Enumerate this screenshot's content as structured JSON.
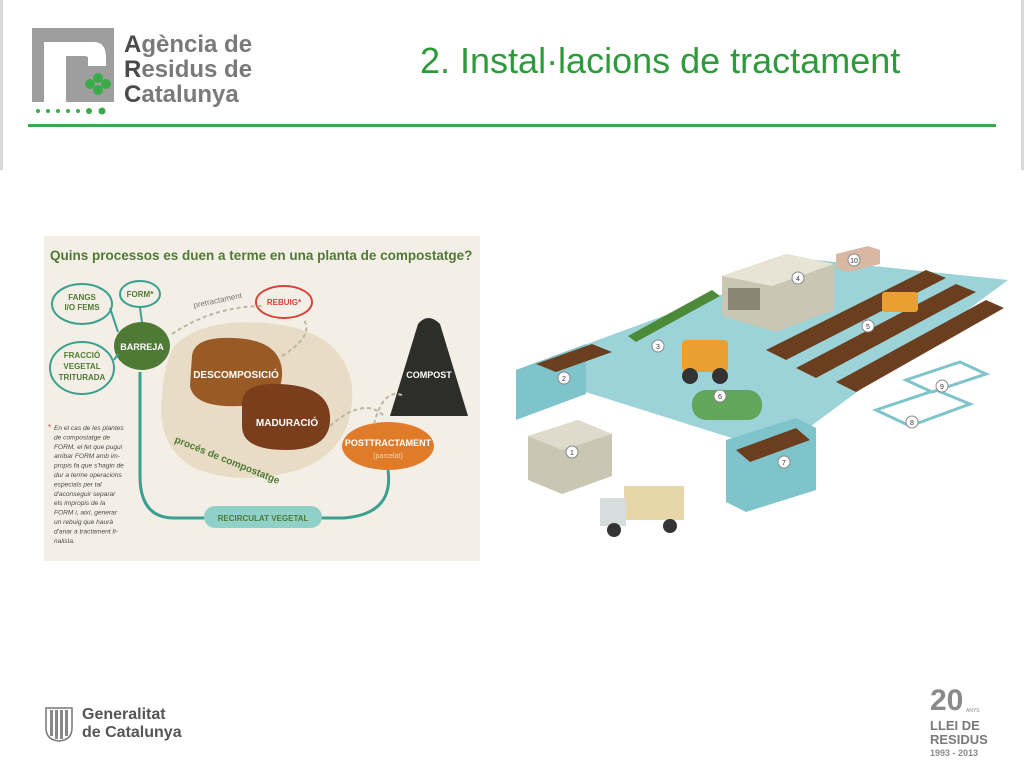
{
  "header": {
    "logo": {
      "line1": "Agència de",
      "line2": "Residus de",
      "line3": "Catalunya",
      "initial1": "A",
      "rest1": "gència de",
      "initial2": "R",
      "rest2": "esidus de",
      "initial3": "C",
      "rest3": "atalunya"
    },
    "title": "2. Instal·lacions de tractament"
  },
  "composting_diagram": {
    "question": "Quins processos es duen a terme en una planta de compostatge?",
    "nodes": {
      "fangs": "FANGS I/O FEMS",
      "fangs_l1": "FANGS",
      "fangs_l2": "I/O FEMS",
      "form": "FORM*",
      "rebuig": "REBUIG*",
      "fraccio": "FRACCIÓ VEGETAL TRITURADA",
      "fraccio_l1": "FRACCIÓ",
      "fraccio_l2": "VEGETAL",
      "fraccio_l3": "TRITURADA",
      "barreja": "BARREJA",
      "descomposicio": "DESCOMPOSICIÓ",
      "maduracio": "MADURACIÓ",
      "compost": "COMPOST",
      "posttractament": "POSTTRACTAMENT",
      "posttractament_sub": "(parcelat)",
      "recirculat": "RECIRCULAT VEGETAL",
      "pretractament": "pretractament",
      "proces": "procés de compostatge"
    },
    "footnote_marker": "*",
    "footnote_lines": [
      "En el cas de les plantes",
      "de compostatge de",
      "FORM, el fet que pugui",
      "arribar FORM amb im-",
      "propis fa que s'hagin de",
      "dur a terme operacions",
      "especials per tal",
      "d'aconseguir separar",
      "els impropis de la",
      "FORM i, així, generar",
      "un rebuig que haurà",
      "d'anar a tractament fi-",
      "nalista."
    ]
  },
  "plant_illustration": {
    "markers": [
      "1",
      "2",
      "3",
      "4",
      "5",
      "6",
      "7",
      "8",
      "9",
      "10"
    ]
  },
  "footer": {
    "gen_line1": "Generalitat",
    "gen_line2": "de Catalunya",
    "anniv_number": "20",
    "anniv_anys": "ANYS",
    "anniv_line1": "LLEI DE",
    "anniv_line2": "RESIDUS",
    "anniv_years": "1993 - 2013"
  },
  "colors": {
    "title_green": "#2e9a3c",
    "rule_green": "#3bab4a",
    "dark_green": "#4f7a35",
    "brown": "#9a5a25",
    "dark_brown": "#7a3e1c",
    "orange": "#e07b2a",
    "red_tag": "#d6443a",
    "teal_floor": "#9bd3d8",
    "soil": "#6b3e1f"
  }
}
